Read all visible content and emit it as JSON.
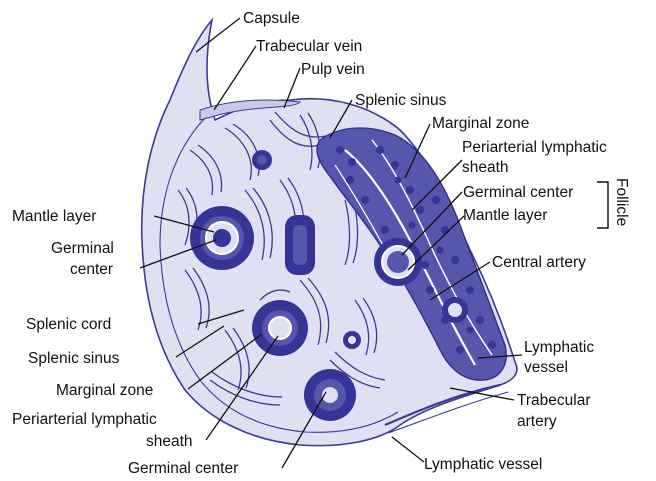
{
  "colors": {
    "tissue_fill": "#dfe0f1",
    "tissue_stroke": "#3b3b94",
    "lymphoid_dark": "#353598",
    "lymphoid_mid": "#5656ad",
    "background": "#ffffff",
    "label_text": "#111111"
  },
  "labels": {
    "capsule": "Capsule",
    "trabecular_vein": "Trabecular vein",
    "pulp_vein": "Pulp vein",
    "splenic_sinus_top": "Splenic sinus",
    "marginal_zone_right": "Marginal zone",
    "pals_right_line1": "Periarterial lymphatic",
    "pals_right_line2": "sheath",
    "germinal_center_right": "Germinal center",
    "mantle_layer_right": "Mantle layer",
    "follicle": "Follicle",
    "central_artery": "Central artery",
    "lymphatic_vessel_right_line1": "Lymphatic",
    "lymphatic_vessel_right_line2": "vessel",
    "trabecular_artery_line1": "Trabecular",
    "trabecular_artery_line2": "artery",
    "lymphatic_vessel_bottom": "Lymphatic vessel",
    "mantle_layer_left": "Mantle layer",
    "germinal_center_left_line1": "Germinal",
    "germinal_center_left_line2": "center",
    "splenic_cord": "Splenic cord",
    "splenic_sinus_left": "Splenic sinus",
    "marginal_zone_left": "Marginal zone",
    "pals_left_line1": "Periarterial lymphatic",
    "pals_left_line2": "sheath",
    "germinal_center_bottom": "Germinal center"
  }
}
